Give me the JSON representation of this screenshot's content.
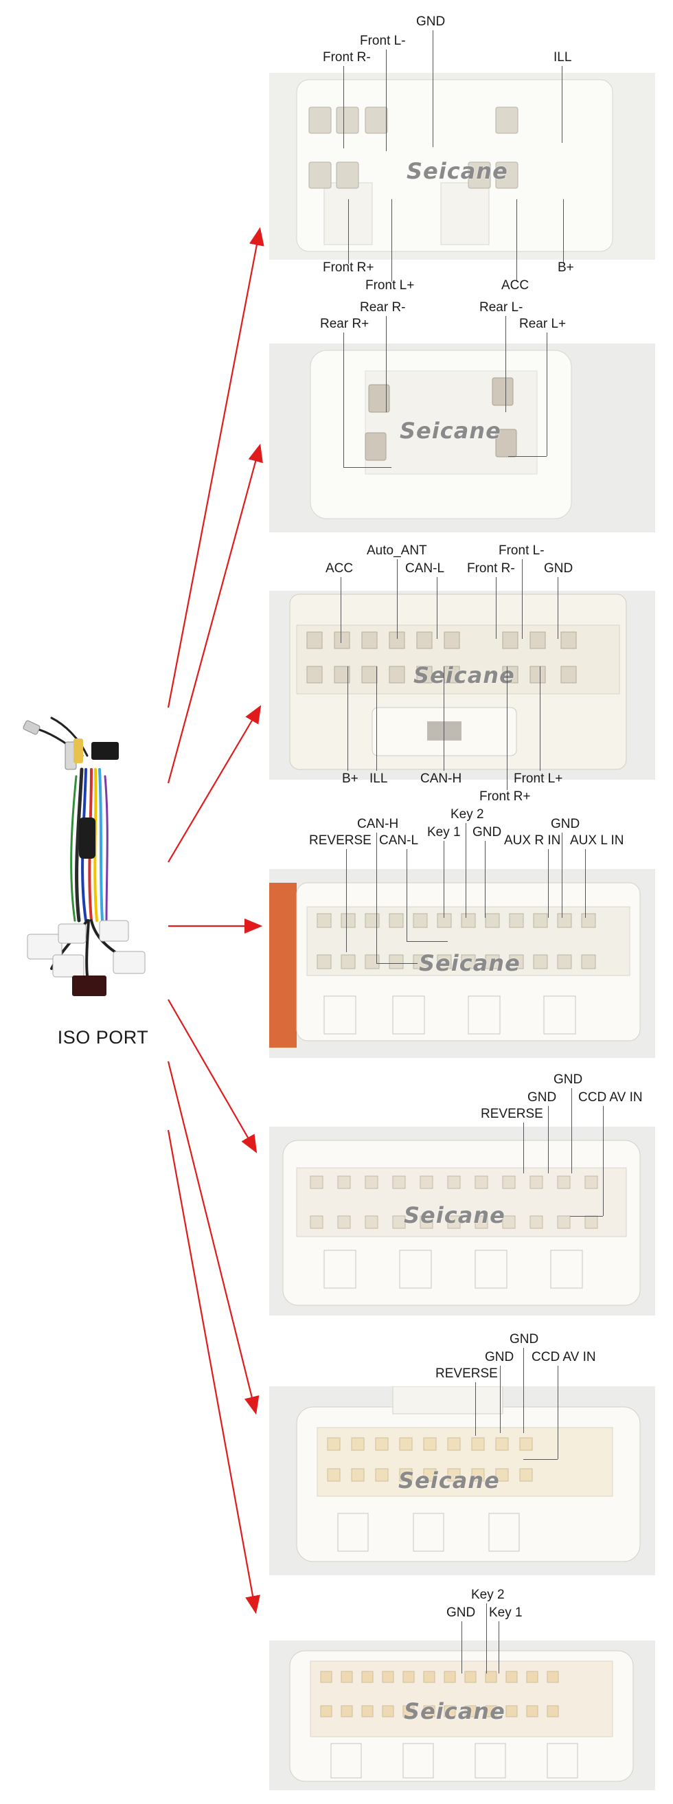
{
  "iso_label": "ISO PORT",
  "watermark": "Seicane",
  "arrow_color": "#e11b1b",
  "panels": [
    {
      "top": [
        "Front R-",
        "Front L-",
        "GND",
        "ILL"
      ],
      "bottom": [
        "Front R+",
        "Front L+",
        "ACC",
        "B+"
      ]
    },
    {
      "top": [
        "Rear R+",
        "Rear R-",
        "Rear L-",
        "Rear L+"
      ]
    },
    {
      "top": [
        "ACC",
        "Auto_ANT",
        "CAN-L",
        "Front R-",
        "Front L-",
        "GND"
      ],
      "bottom": [
        "B+",
        "ILL",
        "CAN-H",
        "Front R+",
        "Front L+"
      ]
    },
    {
      "top": [
        "REVERSE",
        "CAN-H",
        "CAN-L",
        "Key 1",
        "Key 2",
        "GND",
        "AUX R IN",
        "GND",
        "AUX L IN"
      ]
    },
    {
      "top": [
        "REVERSE",
        "GND",
        "GND",
        "CCD AV IN"
      ]
    },
    {
      "top": [
        "REVERSE",
        "GND",
        "GND",
        "CCD AV IN"
      ]
    },
    {
      "top": [
        "GND",
        "Key 2",
        "Key 1"
      ]
    }
  ]
}
